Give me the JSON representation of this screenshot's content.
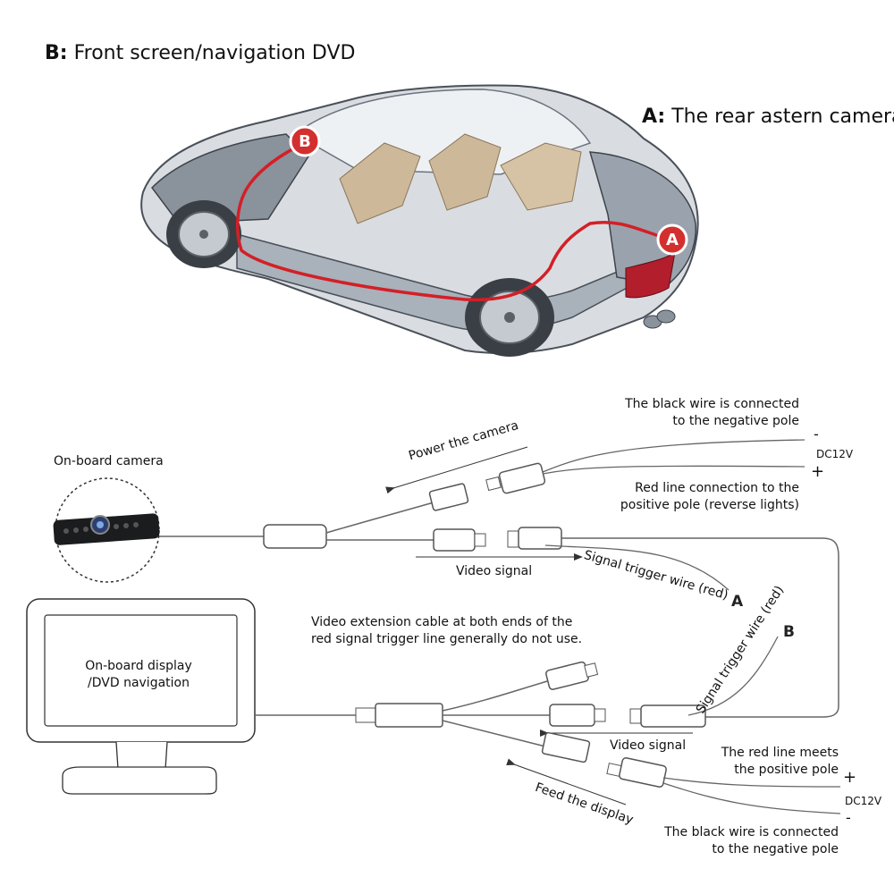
{
  "header": {
    "b_letter": "B:",
    "b_text": "Front screen/navigation DVD",
    "a_letter": "A:",
    "a_text": "The rear astern camera"
  },
  "car": {
    "marker_a": "A",
    "marker_b": "B",
    "colors": {
      "route": "#d41f26",
      "marker_fill": "#d32f2f",
      "body": "#9aa3ad"
    }
  },
  "camera": {
    "label": "On-board camera"
  },
  "display": {
    "label_line1": "On-board display",
    "label_line2": "/DVD navigation"
  },
  "top_section": {
    "black_wire_line1": "The black wire is connected",
    "black_wire_line2": "to the negative pole",
    "minus": "-",
    "voltage": "DC12V",
    "plus": "+",
    "power_label": "Power the camera",
    "red_line_line1": "Red line connection to the",
    "red_line_line2": "positive pole (reverse lights)",
    "video_signal": "Video signal",
    "trigger_label": "Signal trigger wire (red)",
    "trigger_end": "A"
  },
  "bottom_section": {
    "extension_line1": "Video extension cable at both ends of the",
    "extension_line2": "red signal trigger line generally do not use.",
    "trigger_label": "Signal trigger wire (red)",
    "trigger_end": "B",
    "video_signal": "Video signal",
    "red_meets_line1": "The red line meets",
    "red_meets_line2": "the positive pole",
    "plus": "+",
    "voltage": "DC12V",
    "minus": "-",
    "feed_label": "Feed the display",
    "black_wire_line1": "The black wire is connected",
    "black_wire_line2": "to the negative pole"
  }
}
